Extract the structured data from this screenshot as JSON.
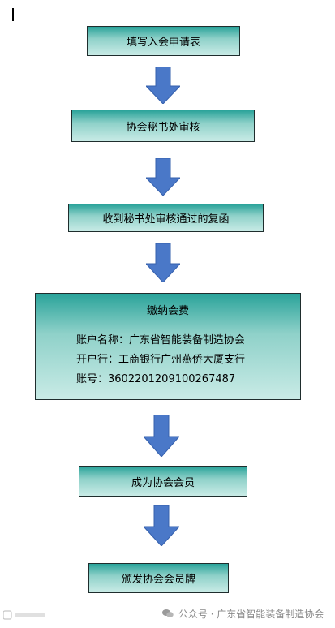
{
  "steps": {
    "s1": "填写入会申请表",
    "s2": "协会秘书处审核",
    "s3": "收到秘书处审核通过的复函",
    "s5": "成为协会会员",
    "s6": "颁发协会会员牌"
  },
  "fee": {
    "title": "缴纳会费",
    "account_name": "账户名称：广东省智能装备制造协会",
    "bank": "开户行：工商银行广州燕侨大厦支行",
    "account_no": "账号：3602201209100267487"
  },
  "footer": {
    "text": "公众号 · 广东省智能装备制造协会"
  },
  "colors": {
    "box_top": "#2aa39a",
    "box_bottom": "#c9ebe6",
    "arrow": "#4a78c8"
  },
  "icons": [
    "wechat-icon",
    "watermark-logo-icon"
  ]
}
